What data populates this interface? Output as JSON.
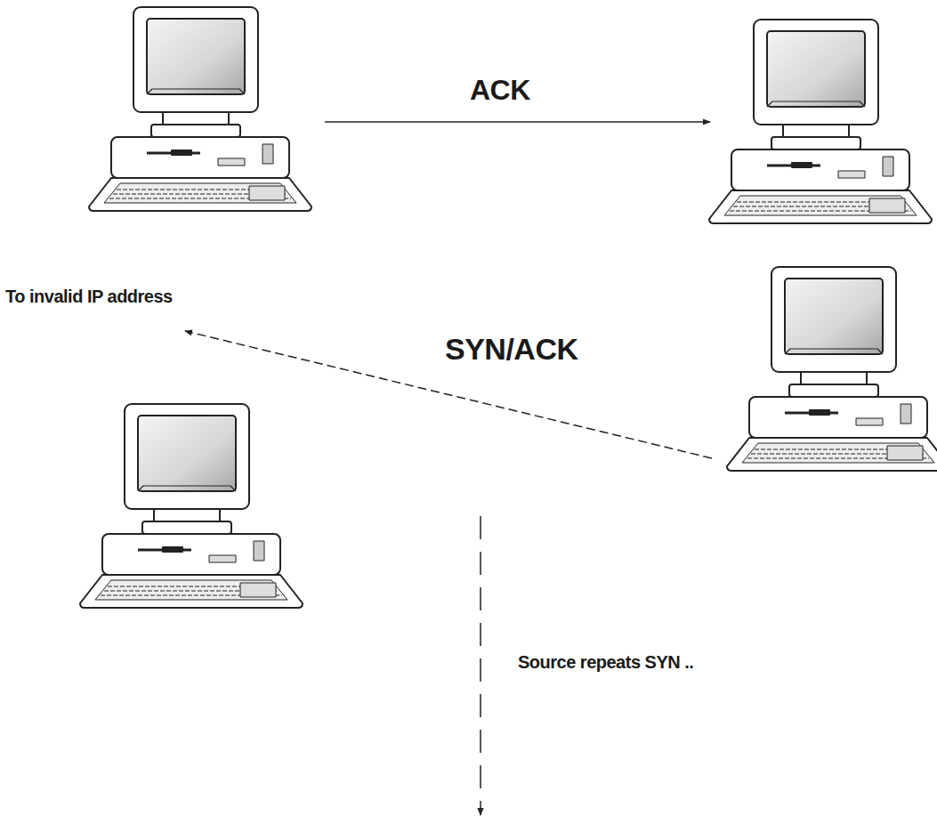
{
  "diagram": {
    "labels": [
      "ACK",
      "To invalid IP address",
      "SYN/ACK",
      "Source repeats SYN .."
    ]
  }
}
